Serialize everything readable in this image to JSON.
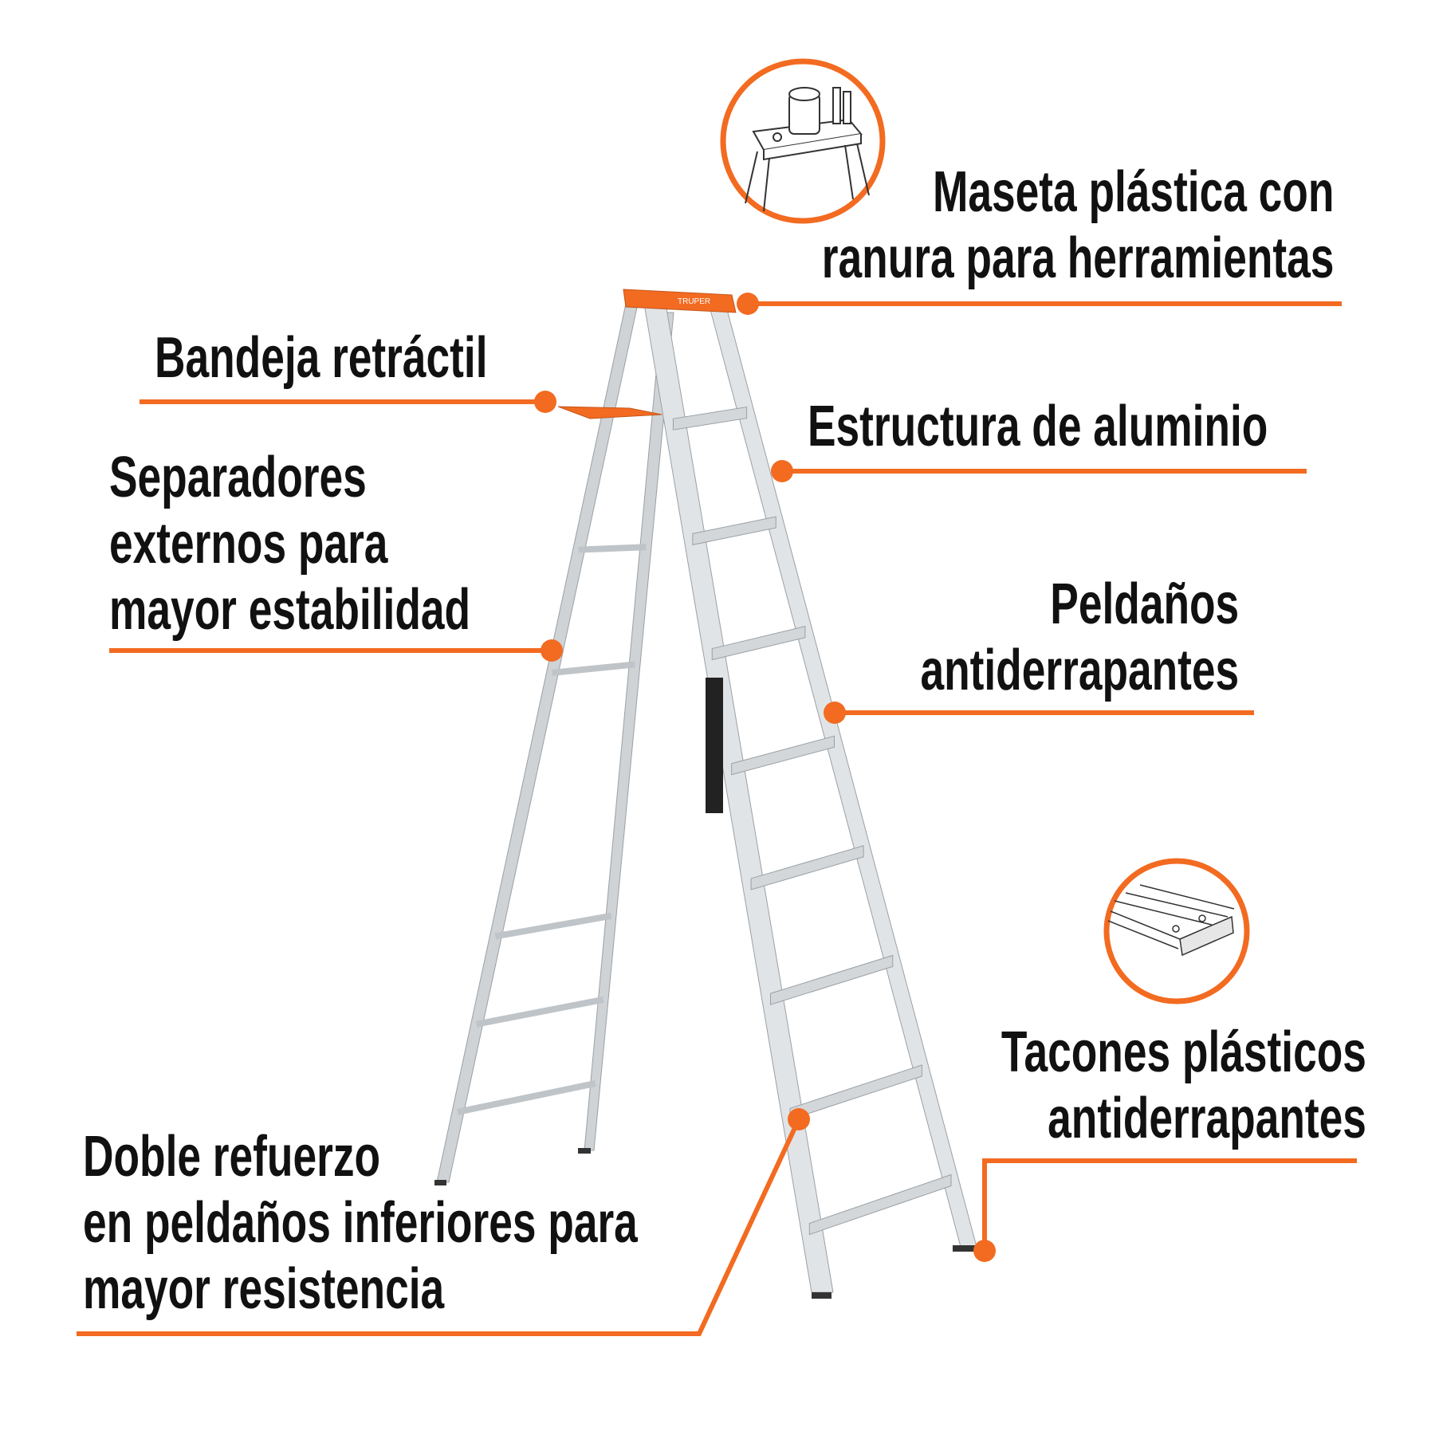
{
  "colors": {
    "accent": "#f26b21",
    "text": "#111111",
    "aluminum": "#d9dcdf"
  },
  "product": {
    "brand": "TRUPER"
  },
  "callouts": {
    "maseta": [
      "Maseta plástica con",
      "ranura para herramientas"
    ],
    "bandeja": [
      "Bandeja retráctil"
    ],
    "estructura": [
      "Estructura de aluminio"
    ],
    "separadores": [
      "Separadores",
      "externos para",
      "mayor estabilidad"
    ],
    "peldanos": [
      "Peldaños",
      "antiderrapantes"
    ],
    "tacones": [
      "Tacones plásticos",
      "antiderrapantes"
    ],
    "refuerzo": [
      "Doble refuerzo",
      "en peldaños inferiores para",
      "mayor resistencia"
    ]
  },
  "icons": {
    "maseta_detail": "tool-tray-top-icon",
    "tacones_detail": "plastic-foot-icon"
  }
}
